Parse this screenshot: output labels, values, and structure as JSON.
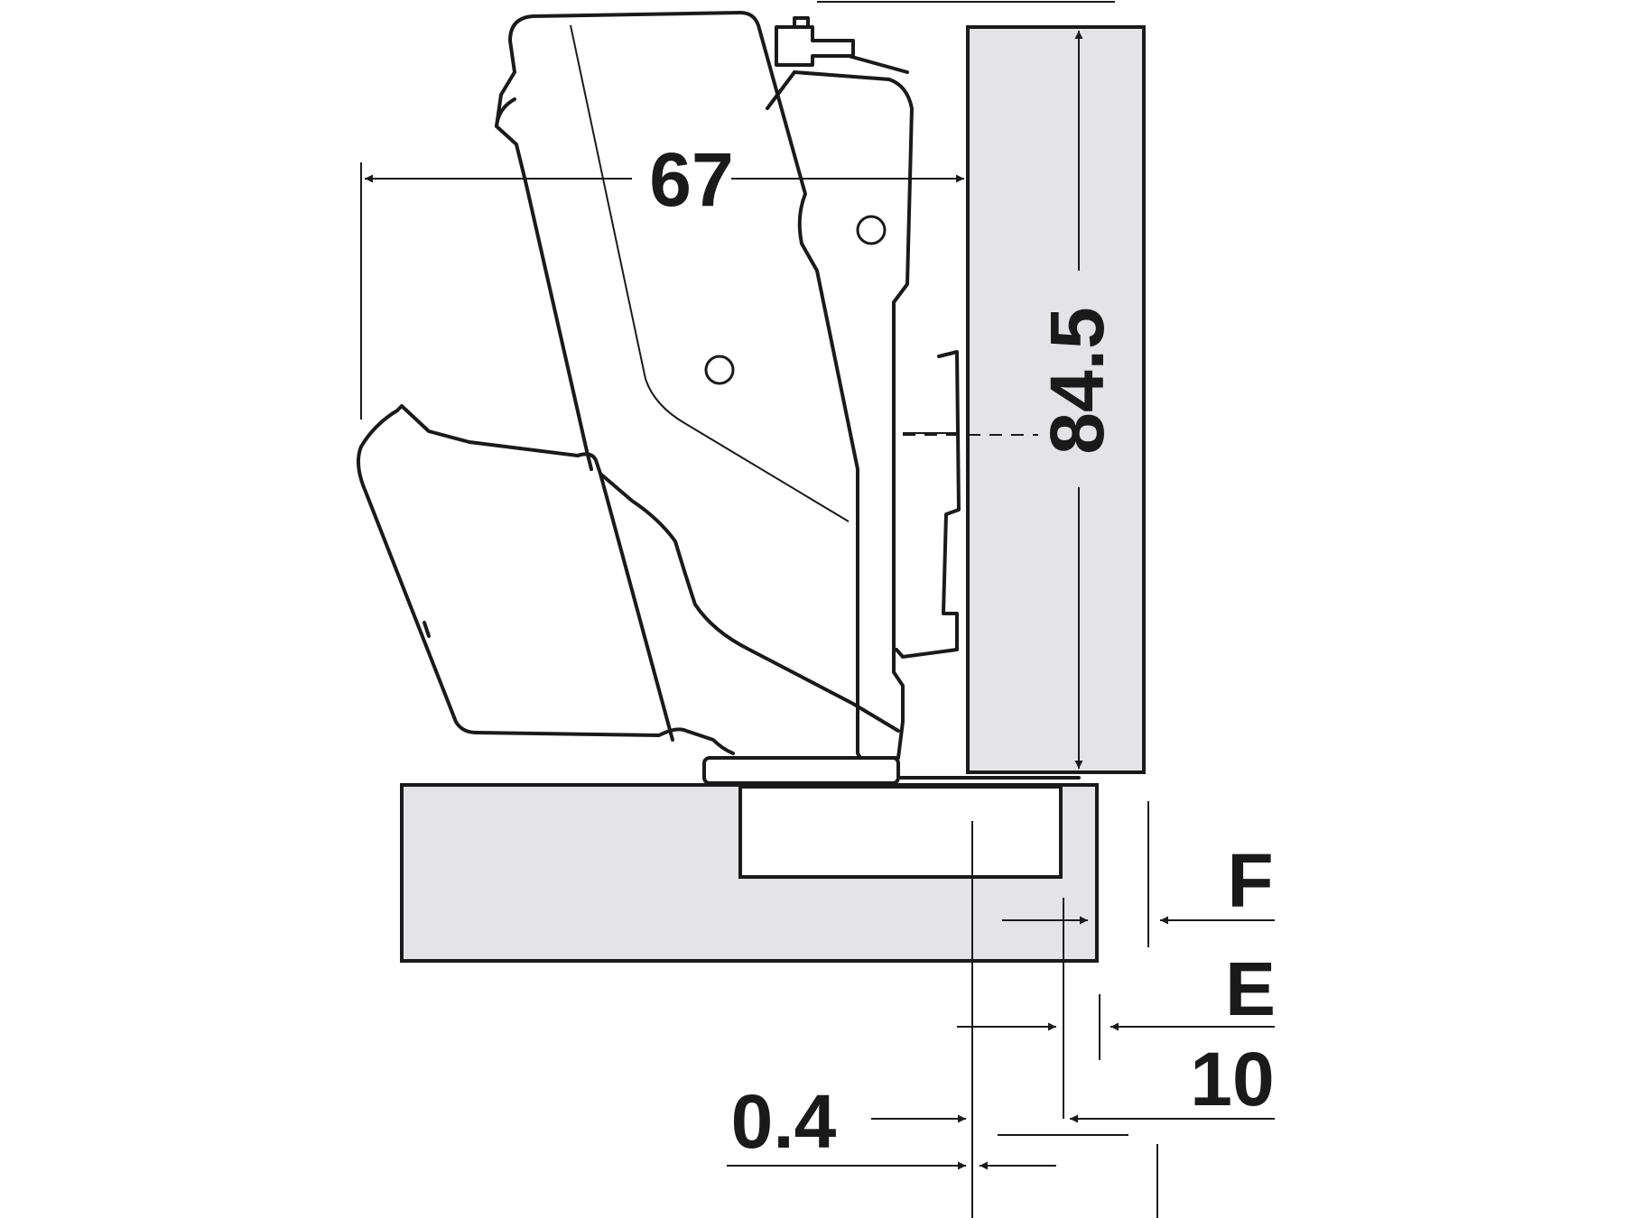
{
  "diagram": {
    "dimensions": {
      "width": "67",
      "height": "84.5",
      "f_label": "F",
      "e_label": "E",
      "offset": "10",
      "gap": "0.4"
    },
    "colors": {
      "line": "#1a1a1a",
      "panel_fill": "#e4e4e6",
      "background": "#ffffff"
    }
  }
}
